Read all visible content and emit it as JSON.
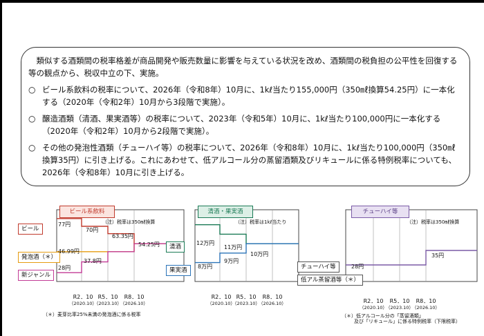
{
  "text": {
    "intro": "類似する酒類間の税率格差が商品開発や販売数量に影響を与えている状況を改め、酒類間の税負担の公平性を回復する等の観点から、税収中立の下、実施。",
    "bullets": [
      {
        "mark": "○",
        "text": "ビール系飲料の税率について、2026年（令和8年）10月に、1kℓ当たり155,000円（350㎖換算54.25円）に一本化する（2020年（令和2年）10月から3段階で実施）。"
      },
      {
        "mark": "○",
        "text": "醸造酒類（清酒、果実酒等）の税率について、2023年（令和5年）10月に、1kℓ当たり100,000円に一本化する（2020年（令和2年）10月から2段階で実施）。"
      },
      {
        "mark": "○",
        "text": "その他の発泡性酒類（チューハイ等）の税率について、2026年（令和8年）10月に、1kℓ当たり100,000円（350㎖換算35円）に引き上げる。これにあわせて、低アルコール分の蒸留酒類及びリキュールに係る特例税率についても、2026年（令和8年）10月に引き上げる。"
      }
    ]
  },
  "chart_data": [
    {
      "type": "line",
      "title": "ビール系飲料",
      "note": "（注）税率は350㎖換算",
      "x_ticks": [
        {
          "label": "R2．10",
          "sub": "（2020.10）"
        },
        {
          "label": "R5．10",
          "sub": "（2023.10）"
        },
        {
          "label": "R8．10",
          "sub": "（2026.10）"
        }
      ],
      "series": [
        {
          "name": "ビール",
          "start_label": "77円",
          "labels": [
            "70円",
            "63.35円",
            "54.25円"
          ],
          "values": [
            77,
            70,
            63.35,
            54.25
          ]
        },
        {
          "name": "発泡酒（＊）",
          "start_label": "46.99円",
          "labels": [
            "",
            "",
            ""
          ],
          "values": [
            46.99,
            46.99,
            46.99,
            54.25
          ]
        },
        {
          "name": "新ジャンル",
          "start_label": "28円",
          "labels": [
            "37.8円",
            "",
            ""
          ],
          "values": [
            28,
            37.8,
            46.99,
            54.25
          ]
        }
      ],
      "footnote": "（＊）麦芽比率25%未満の発泡酒に係る税率",
      "colors": {
        "beer": "#c0392b",
        "happoshu": "#e69c10",
        "new_genre": "#c23b96"
      }
    },
    {
      "type": "line",
      "title": "清酒・果実酒",
      "note": "（注）税率は1kℓ当たり",
      "x_ticks": [
        {
          "label": "R2．10",
          "sub": "（2020.10）"
        },
        {
          "label": "R5．10",
          "sub": "（2023.10）"
        },
        {
          "label": "R8．10",
          "sub": "（2026.10）"
        }
      ],
      "series": [
        {
          "name": "清酒",
          "start_label": "12万円",
          "labels": [
            "11万円",
            "10万円",
            ""
          ],
          "values": [
            12,
            11,
            10,
            10
          ]
        },
        {
          "name": "果実酒",
          "start_label": "8万円",
          "labels": [
            "9万円",
            "",
            ""
          ],
          "values": [
            8,
            9,
            10,
            10
          ]
        }
      ],
      "colors": {
        "sake": "#1a7a55",
        "fruit_wine": "#2a73b8"
      }
    },
    {
      "type": "line",
      "title": "チューハイ等",
      "note": "（注）税率は350㎖換算",
      "x_ticks": [
        {
          "label": "R2．10",
          "sub": "（2020.10）"
        },
        {
          "label": "R5．10",
          "sub": "（2023.10）"
        },
        {
          "label": "R8．10",
          "sub": "（2026.10）"
        }
      ],
      "series": [
        {
          "name": "チューハイ等",
          "start_label": "28円",
          "labels": [
            "",
            "",
            "35円"
          ],
          "values": [
            28,
            28,
            28,
            35
          ]
        },
        {
          "name": "低アル蒸留酒等（＊）",
          "start_label": "",
          "labels": [
            "",
            "",
            ""
          ],
          "values": []
        }
      ],
      "footnote": "（＊）低アルコール分の「蒸留酒類」及び「リキュール」に係る特例税率（下限税率）",
      "footnote_lines": [
        "（＊）低アルコール分の「蒸留酒類」",
        "及び「リキュール」に係る特例税率（下限税率）"
      ],
      "colors": {
        "chuhai": "#7a5aa6"
      }
    }
  ]
}
